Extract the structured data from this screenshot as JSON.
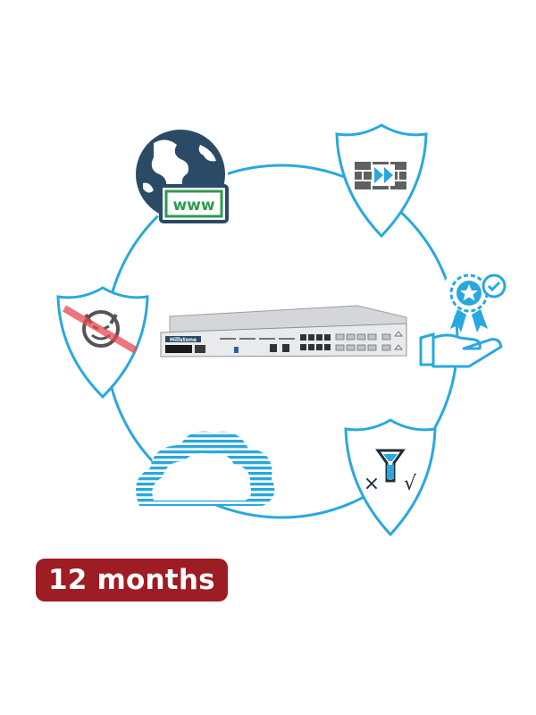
{
  "subscription": {
    "duration_label": "12 months"
  },
  "device": {
    "brand_label": "Hillstone"
  },
  "web_icon": {
    "label": "www"
  },
  "filter_icon": {
    "reject_mark": "×",
    "accept_mark": "√"
  },
  "colors": {
    "accent_blue": "#29a8df",
    "globe_navy": "#2b4a66",
    "www_green": "#2d9b4f",
    "firewall_gray": "#5f6062",
    "threat_red": "#e8474f",
    "badge_red": "#9e1c23"
  },
  "icons": [
    "globe-www-icon",
    "firewall-shield-icon",
    "award-hand-icon",
    "filter-shield-icon",
    "cloud-icon",
    "blocked-threat-shield-icon",
    "firewall-appliance-image"
  ]
}
